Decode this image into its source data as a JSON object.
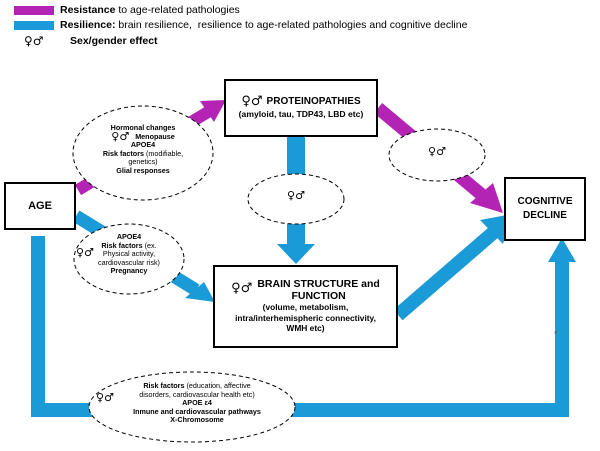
{
  "legend": {
    "resistance_label": "Resistance",
    "resistance_text": " to age-related pathologies",
    "resistance_color": "#b324b5",
    "resilience_label": "Resilience:",
    "resilience_text": " brain resilience,  resilience to age-related pathologies and cognitive decline",
    "resilience_color": "#1a9ad6",
    "sex_symbol": "♀♂",
    "sex_label": "Sex/gender effect"
  },
  "boxes": {
    "age": "AGE",
    "proteinopathies_title": "PROTEINOPATHIES",
    "proteinopathies_sub": "(amyloid, tau, TDP43, LBD etc)",
    "brain_title_1": "BRAIN STRUCTURE and",
    "brain_title_2": "FUNCTION",
    "brain_sub_1": "(volume, metabolism,",
    "brain_sub_2": "intra/interhemispheric connectivity,",
    "brain_sub_3": "WMH etc)",
    "cognitive_1": "COGNITIVE",
    "cognitive_2": "DECLINE",
    "sex_symbol": "♀♂"
  },
  "ellipses": {
    "hormonal": {
      "line1": "Hormonal changes",
      "line2": "Menopause",
      "line3": "APOE4",
      "line4_bold": "Risk factors",
      "line4_rest": " (modifiable,",
      "line5": "genetics)",
      "line6": "Glial responses"
    },
    "apoe_age": {
      "line1": "APOE4",
      "line2_bold": "Risk factors",
      "line2_rest": " (ex.",
      "line3": "Physical activity,",
      "line4": "cardiovascular risk)",
      "line5": "Pregnancy"
    },
    "bottom": {
      "line1_bold": "Risk factors",
      "line1_rest": " (education, affective",
      "line2": "disorders, cardiovascular health etc)",
      "line3": "APOE ε4",
      "line4": "Inmune and cardiovascular pathways",
      "line5": "X-Chromosome"
    },
    "symbol": "♀♂"
  },
  "colors": {
    "resistance": "#b324b5",
    "resilience": "#1a9ad6"
  },
  "misc": {
    "tiny_mark": ">"
  }
}
